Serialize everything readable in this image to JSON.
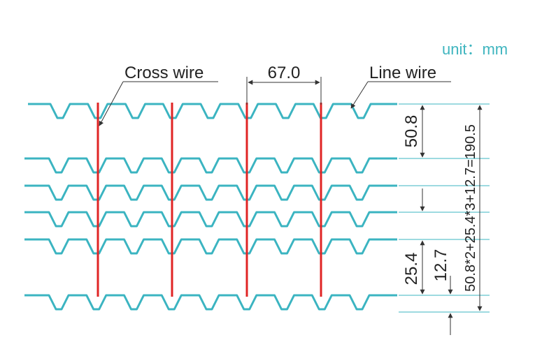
{
  "unit_label": "unit：mm",
  "labels": {
    "cross_wire": "Cross wire",
    "line_wire": "Line wire"
  },
  "dimensions": {
    "pitch": "67.0",
    "first_gap": "50.8",
    "middle_gap": "25.4",
    "last_gap": "12.7",
    "total": "50.8*2+25.4*3+12.7=190.5"
  },
  "colors": {
    "line_wire": "#3bb4c1",
    "cross_wire": "#e02424",
    "dimension": "#333333",
    "unit_text": "#3fb5bf"
  }
}
